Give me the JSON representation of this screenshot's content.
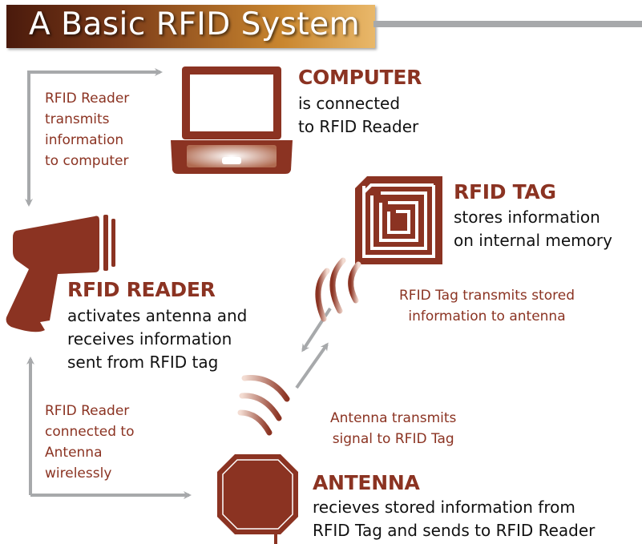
{
  "title": "A Basic RFID System",
  "computer": {
    "heading": "COMPUTER",
    "lines": [
      "is connected",
      "to RFID Reader"
    ]
  },
  "tag": {
    "heading": "RFID TAG",
    "lines": [
      "stores information",
      "on internal memory"
    ]
  },
  "reader": {
    "heading": "RFID READER",
    "lines": [
      "activates antenna and",
      "receives information",
      "sent from RFID tag"
    ]
  },
  "antenna": {
    "heading": "ANTENNA",
    "lines": [
      "recieves stored information from",
      "RFID Tag and sends to RFID Reader"
    ]
  },
  "notes": {
    "reader_to_computer": [
      "RFID Reader",
      "transmits",
      "information",
      "to computer"
    ],
    "tag_to_antenna": [
      "RFID Tag transmits stored",
      "information to antenna"
    ],
    "antenna_to_tag": [
      "Antenna transmits",
      "signal to RFID Tag"
    ],
    "reader_antenna": [
      "RFID Reader",
      "connected to",
      "Antenna",
      "wirelessly"
    ]
  },
  "colors": {
    "accent": "#8b3322",
    "arrow": "#a7a9ab",
    "banner_dark": "#4a1a0c",
    "banner_light": "#e9b86a"
  },
  "icons": [
    "laptop-icon",
    "rfid-tag-icon",
    "rfid-reader-gun-icon",
    "antenna-icon",
    "signal-wave-icon"
  ]
}
